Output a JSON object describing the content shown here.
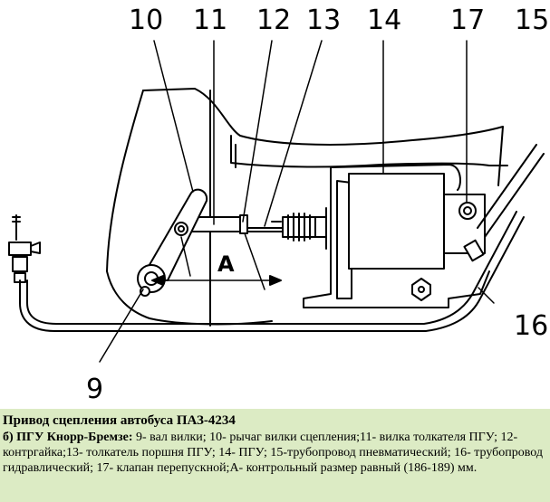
{
  "diagram": {
    "callouts": [
      {
        "id": "10",
        "text": "10"
      },
      {
        "id": "11",
        "text": "11"
      },
      {
        "id": "12",
        "text": "12"
      },
      {
        "id": "13",
        "text": "13"
      },
      {
        "id": "14",
        "text": "14"
      },
      {
        "id": "17",
        "text": "17"
      },
      {
        "id": "15",
        "text": "15"
      },
      {
        "id": "16",
        "text": "16"
      },
      {
        "id": "9",
        "text": "9"
      }
    ],
    "dimension_label": "А"
  },
  "caption": {
    "title": "Привод сцепления автобуса ПАЗ-4234",
    "subtitle": "б) ПГУ Кнорр-Бремзе:",
    "body": " 9- вал вилки; 10- рычаг вилки сцепления;11- вилка толкателя ПГУ; 12- контргайка;13- толкатель поршня ПГУ; 14- ПГУ; 15-трубопровод пневматический; 16- трубопровод гидравлический; 17- клапан перепускной;А- контрольный размер равный (186-189) мм."
  },
  "colors": {
    "caption_background": "#dcebc4",
    "line": "#000000"
  }
}
